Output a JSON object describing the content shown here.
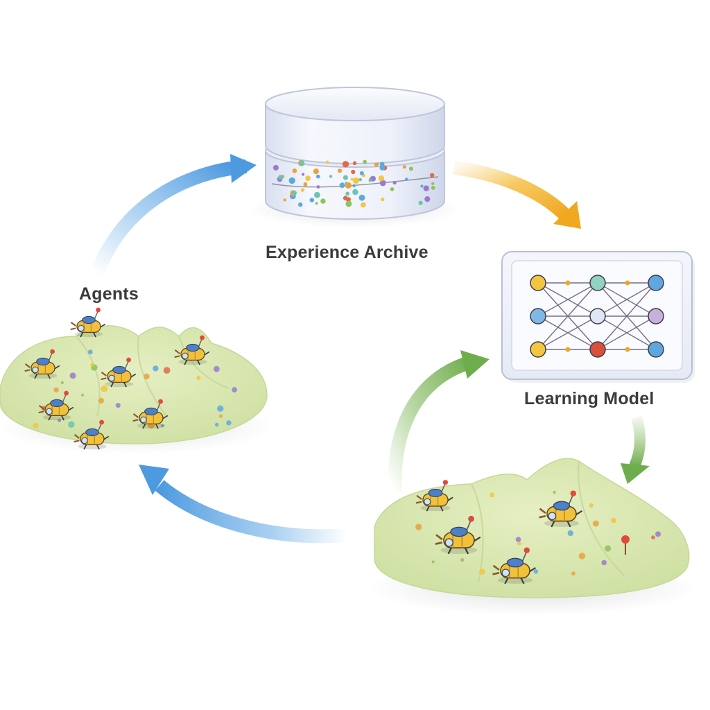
{
  "labels": {
    "archive": "Experience Archive",
    "agents": "Agents",
    "model": "Learning Model"
  },
  "colors": {
    "archive_to_model_arrow": "#f0b530",
    "model_to_agents_arrow": "#7fb35a",
    "agents_to_archive_arrow": "#5ea3e0",
    "terrain": "#dde9b5",
    "robot_body": "#f2c13a",
    "robot_visor": "#4f7fc4"
  },
  "icons": {
    "archive": "database-cylinder-icon",
    "model": "neural-network-icon",
    "agent": "robot-bee-icon"
  }
}
